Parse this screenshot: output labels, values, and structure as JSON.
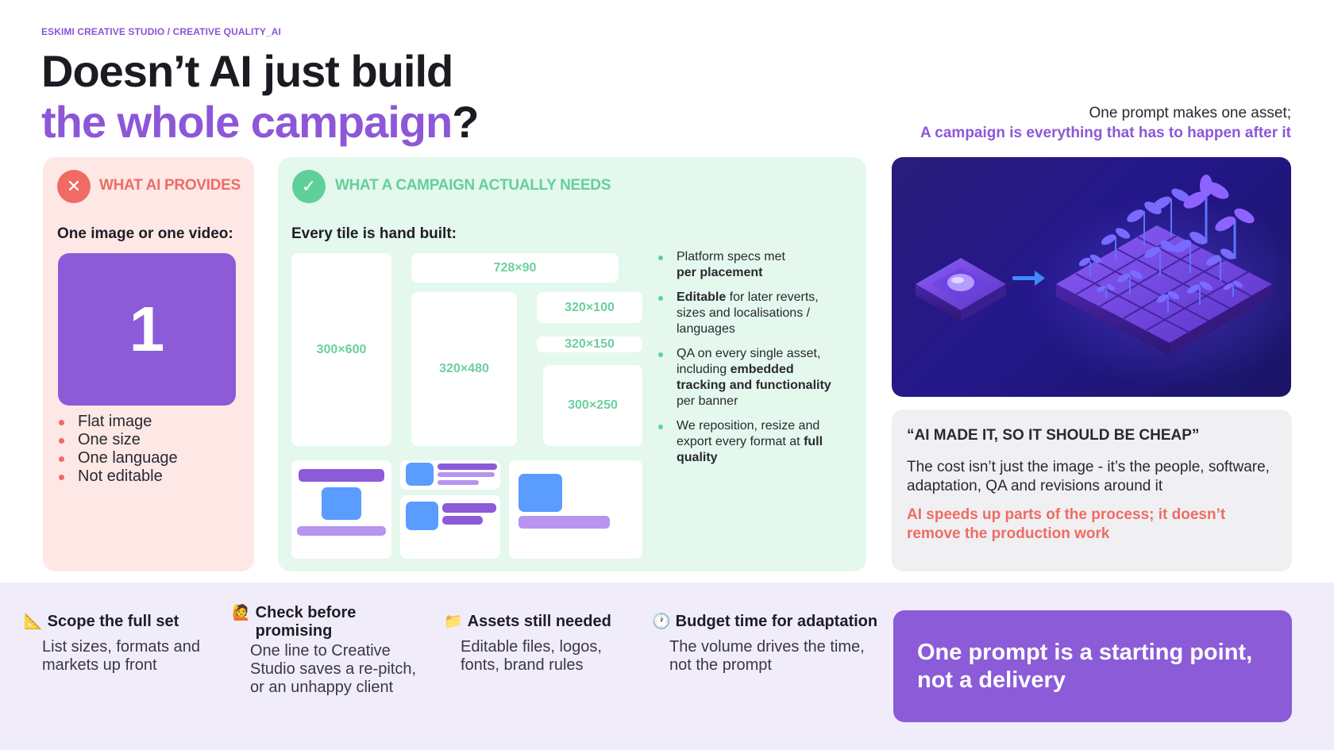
{
  "breadcrumb": "ESKIMI CREATIVE STUDIO / CREATIVE QUALITY_AI",
  "title": {
    "line1": "Doesn’t AI just build",
    "accent": "the whole campaign",
    "end": "?"
  },
  "tagline": {
    "line1": "One prompt makes one asset;",
    "line2": "A campaign is everything that has to happen after it"
  },
  "ai_card": {
    "heading": "WHAT AI PROVIDES",
    "subheading": "One image or one video:",
    "big_number": "1",
    "items": [
      "Flat image",
      "One size",
      "One language",
      "Not editable"
    ],
    "accent": "#ef6c63"
  },
  "need_card": {
    "heading": "WHAT A CAMPAIGN ACTUALLY NEEDS",
    "subheading": "Every tile is hand built:",
    "tiles": [
      "300×600",
      "728×90",
      "320×480",
      "320×100",
      "320×150",
      "300×250"
    ],
    "points": [
      {
        "pre": "Platform specs met",
        "bold": "per placement",
        "post": ""
      },
      {
        "pre": "",
        "bold": "Editable",
        "post": " for later reverts, sizes and localisations / languages"
      },
      {
        "pre": "QA on every single asset, including ",
        "bold": "embedded tracking and functionality",
        "post": " per banner"
      },
      {
        "pre": "We reposition, resize and export every format at ",
        "bold": "full quality",
        "post": ""
      }
    ],
    "accent": "#5fd09a"
  },
  "quote_card": {
    "heading": "“AI MADE IT, SO IT SHOULD BE CHEAP”",
    "body": "The cost isn’t just the image - it’s the people, software, adaptation, QA and revisions around it",
    "highlight": "AI speeds up parts of the process; it doesn’t remove the production work"
  },
  "tips": [
    {
      "icon": "📐",
      "title": "Scope the full set",
      "body": "List sizes, formats and markets up front"
    },
    {
      "icon": "🙋",
      "title": "Check before promising",
      "body": "One line to Creative Studio saves a re-pitch, or an unhappy client"
    },
    {
      "icon": "📁",
      "title": "Assets still needed",
      "body": "Editable files, logos, fonts, brand rules"
    },
    {
      "icon": "🕐",
      "title": "Budget time for adaptation",
      "body": "The volume drives the time, not the prompt"
    }
  ],
  "cta": "One prompt is a starting point, not a delivery",
  "colors": {
    "purple": "#8b5bd8",
    "coral": "#ef6c63",
    "mint": "#5fd09a",
    "band": "#f1ecfa"
  }
}
